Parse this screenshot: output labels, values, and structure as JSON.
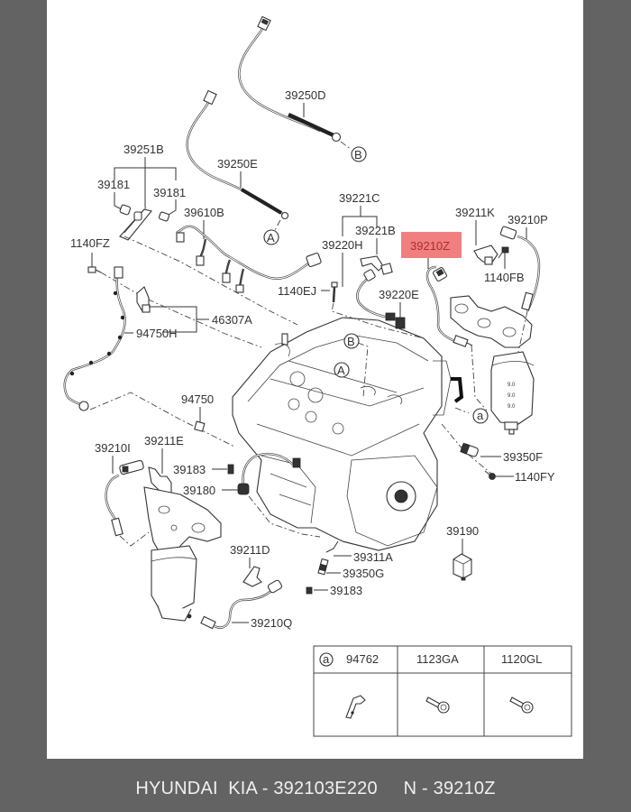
{
  "diagram": {
    "title": "Engine sensors / oxygen sensor parts diagram",
    "highlight_color": "#f08080",
    "highlighted_part": "39210Z",
    "callout_labels": {
      "p39250D": "39250D",
      "p39251B": "39251B",
      "p39250E": "39250E",
      "p39181_left": "39181",
      "p39181_right": "39181",
      "p39610B": "39610B",
      "p1140FZ": "1140FZ",
      "p39221C": "39221C",
      "p39221B": "39221B",
      "p39220H": "39220H",
      "p39210Z": "39210Z",
      "p39211K": "39211K",
      "p39210P": "39210P",
      "p1140FB": "1140FB",
      "p1140EJ": "1140EJ",
      "p39220E": "39220E",
      "p46307A": "46307A",
      "p94750H": "94750H",
      "p94750": "94750",
      "p39210I": "39210I",
      "p39211E": "39211E",
      "p39183_mid": "39183",
      "p39180": "39180",
      "p39350F": "39350F",
      "p1140FY": "1140FY",
      "p39190": "39190",
      "p39211D": "39211D",
      "p39311A": "39311A",
      "p39350G": "39350G",
      "p39183_low": "39183",
      "p39210Q": "39210Q"
    },
    "reference_markers": {
      "A": "A",
      "B": "B",
      "a": "a"
    },
    "legend_table": {
      "columns": [
        {
          "marker": "a",
          "part": "94762",
          "icon": "bracket-icon"
        },
        {
          "marker": "",
          "part": "1123GA",
          "icon": "bolt-icon"
        },
        {
          "marker": "",
          "part": "1120GL",
          "icon": "bolt-icon"
        }
      ]
    }
  },
  "footer": {
    "brand": "HYUNDAI  KIA - 392103E220",
    "number": "N - 39210Z"
  }
}
